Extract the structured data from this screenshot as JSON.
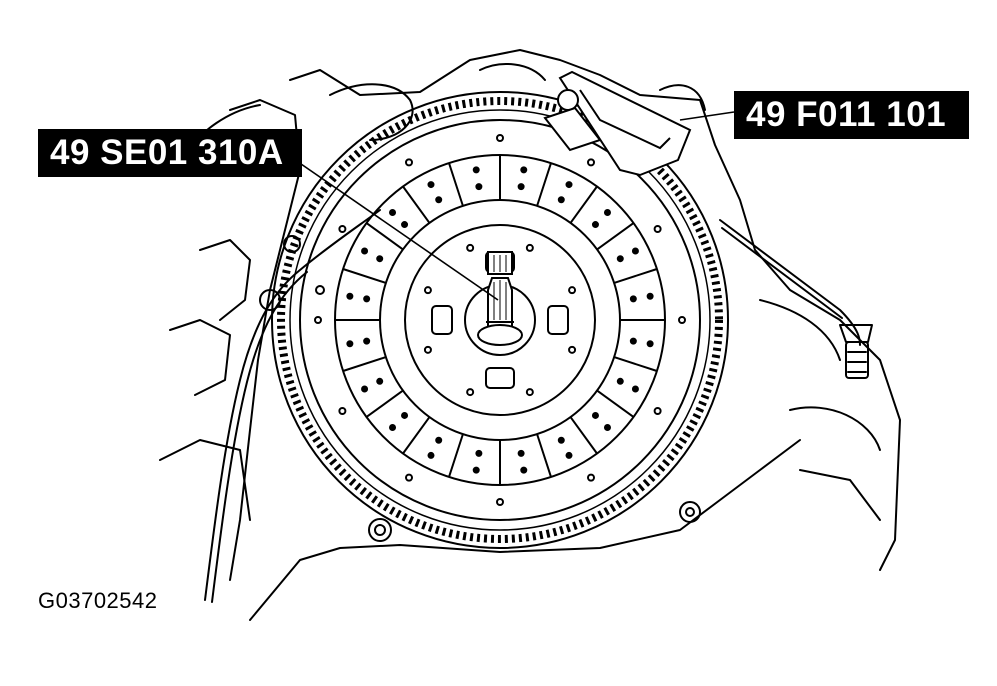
{
  "callouts": {
    "clutch_disc_centering_tool": "49 SE01 310A",
    "flywheel_holder_tool": "49 F011 101"
  },
  "figure_id": "G03702542",
  "colors": {
    "ink": "#000000",
    "paper": "#ffffff"
  }
}
